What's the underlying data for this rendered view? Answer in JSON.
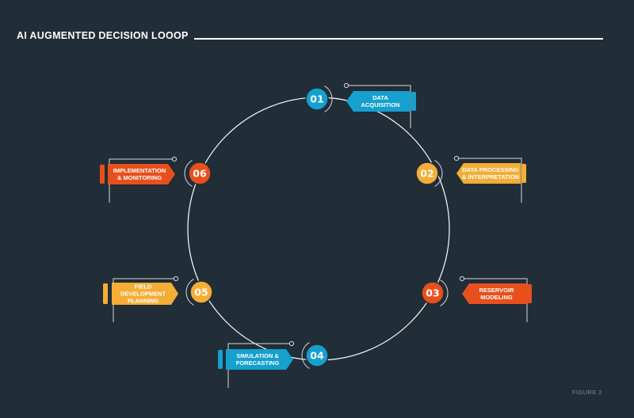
{
  "header": {
    "title": "AI AUGMENTED DECISION LOOOP"
  },
  "footer": {
    "figure_label": "FIGURE 2"
  },
  "colors": {
    "background": "#212d37",
    "blue": "#15a0ce",
    "yellow": "#f4ad35",
    "orange": "#e7501d",
    "line": "#ffffff"
  },
  "stages": [
    {
      "number": "01",
      "lines": [
        "DATA",
        "ACQUISITION"
      ],
      "color": "blue"
    },
    {
      "number": "02",
      "lines": [
        "DATA PROCESSING",
        "& INTERPRETATION"
      ],
      "color": "yellow"
    },
    {
      "number": "03",
      "lines": [
        "RESERVOIR",
        "MODELING"
      ],
      "color": "orange"
    },
    {
      "number": "04",
      "lines": [
        "SIMULATION &",
        "FORECASTING"
      ],
      "color": "blue"
    },
    {
      "number": "05",
      "lines": [
        "FIELD",
        "DEVELOPMENT",
        "PLANNING"
      ],
      "color": "yellow"
    },
    {
      "number": "06",
      "lines": [
        "IMPLEMENTATION",
        "& MONITORING"
      ],
      "color": "orange"
    }
  ]
}
